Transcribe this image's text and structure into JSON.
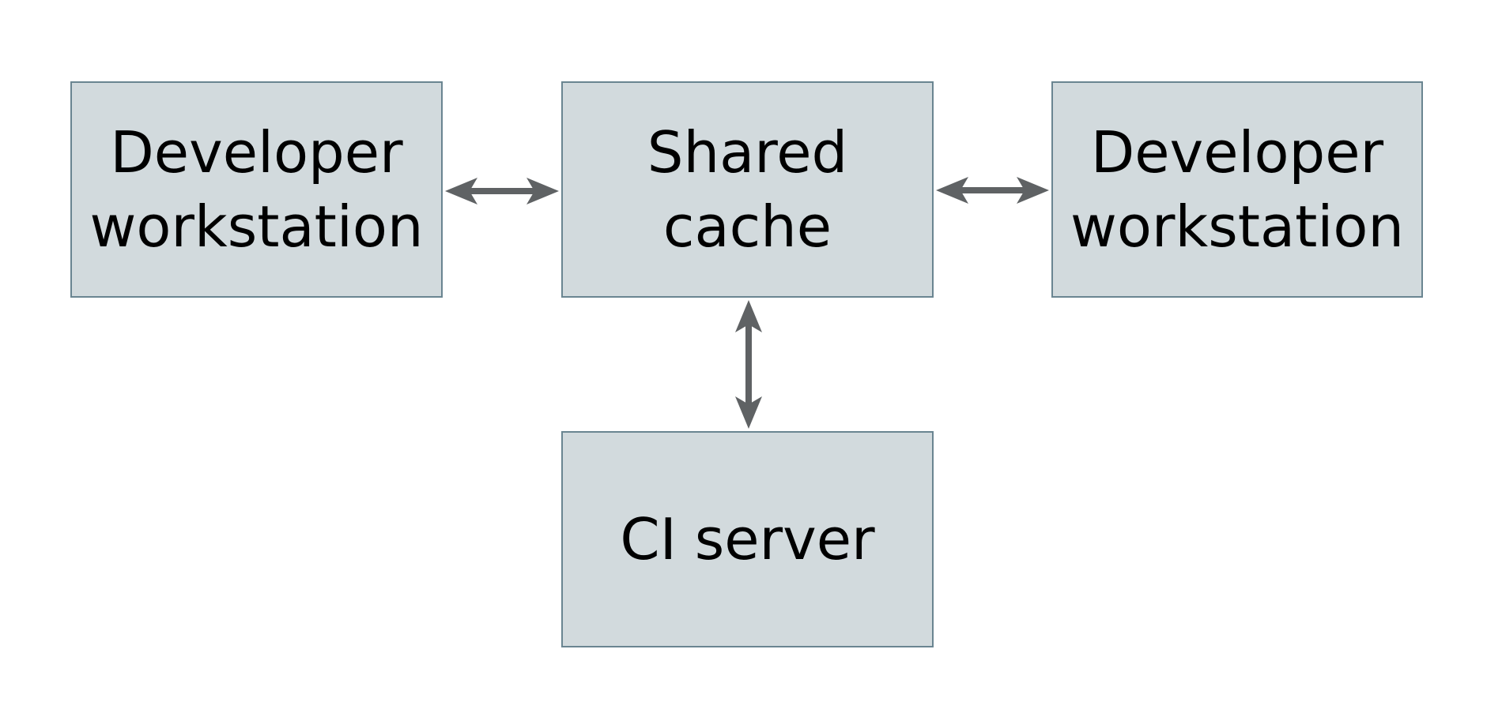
{
  "diagram": {
    "nodes": [
      {
        "id": "developer-workstation-left",
        "label": "Developer workstation",
        "lines": [
          "Developer",
          "workstation"
        ]
      },
      {
        "id": "shared-cache",
        "label": "Shared cache",
        "lines": [
          "Shared",
          "cache"
        ]
      },
      {
        "id": "developer-workstation-right",
        "label": "Developer workstation",
        "lines": [
          "Developer",
          "workstation"
        ]
      },
      {
        "id": "ci-server",
        "label": "CI server",
        "lines": [
          "CI server"
        ]
      }
    ],
    "edges": [
      {
        "from": "developer-workstation-left",
        "to": "shared-cache",
        "direction": "bidirectional"
      },
      {
        "from": "shared-cache",
        "to": "developer-workstation-right",
        "direction": "bidirectional"
      },
      {
        "from": "shared-cache",
        "to": "ci-server",
        "direction": "bidirectional"
      }
    ]
  },
  "colors": {
    "background": "#ffffff",
    "node_fill": "#d2dadd",
    "node_border": "#6a8591",
    "arrow": "#5f6264",
    "text": "#000000"
  }
}
